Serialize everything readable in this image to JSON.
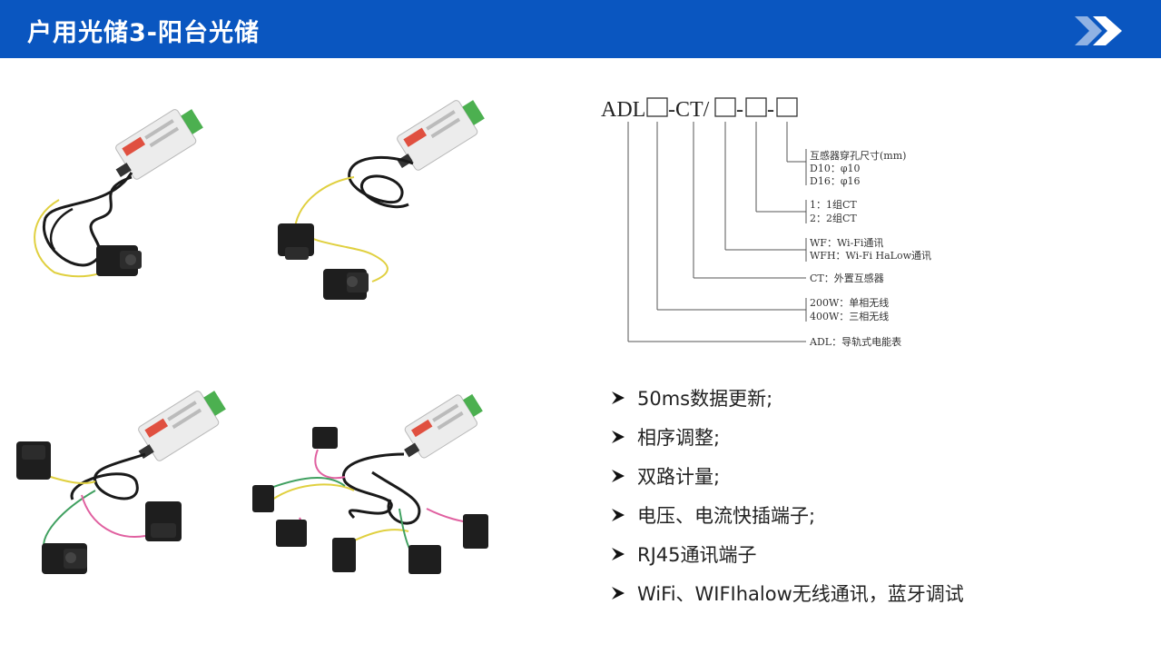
{
  "header": {
    "title": "户用光储3-阳台光储",
    "background_color": "#0a56c0",
    "icon": "double-chevron-right-icon"
  },
  "model_code": {
    "prefix": "ADL",
    "sep_ct": "-CT/",
    "sep_dash1": "-",
    "sep_dash2": "-",
    "descriptions": {
      "hole_size_title": "互感器穿孔尺寸(mm)",
      "hole_d10": "D10：φ10",
      "hole_d16": "D16：φ16",
      "ct_group_1": "1：1组CT",
      "ct_group_2": "2：2组CT",
      "comm_wf": "WF：Wi-Fi通讯",
      "comm_wfh": "WFH：Wi-Fi HaLow通讯",
      "ct_external": "CT：外置互感器",
      "power_200w": "200W：单相无线",
      "power_400w": "400W：三相无线",
      "adl_meter": "ADL：导轨式电能表"
    }
  },
  "features": [
    "50ms数据更新;",
    "相序调整;",
    "双路计量;",
    "电压、电流快插端子;",
    "RJ45通讯端子",
    "WiFi、WIFIhalow无线通讯，蓝牙调试"
  ],
  "bullet_icon": "arrowhead-bullet-icon"
}
